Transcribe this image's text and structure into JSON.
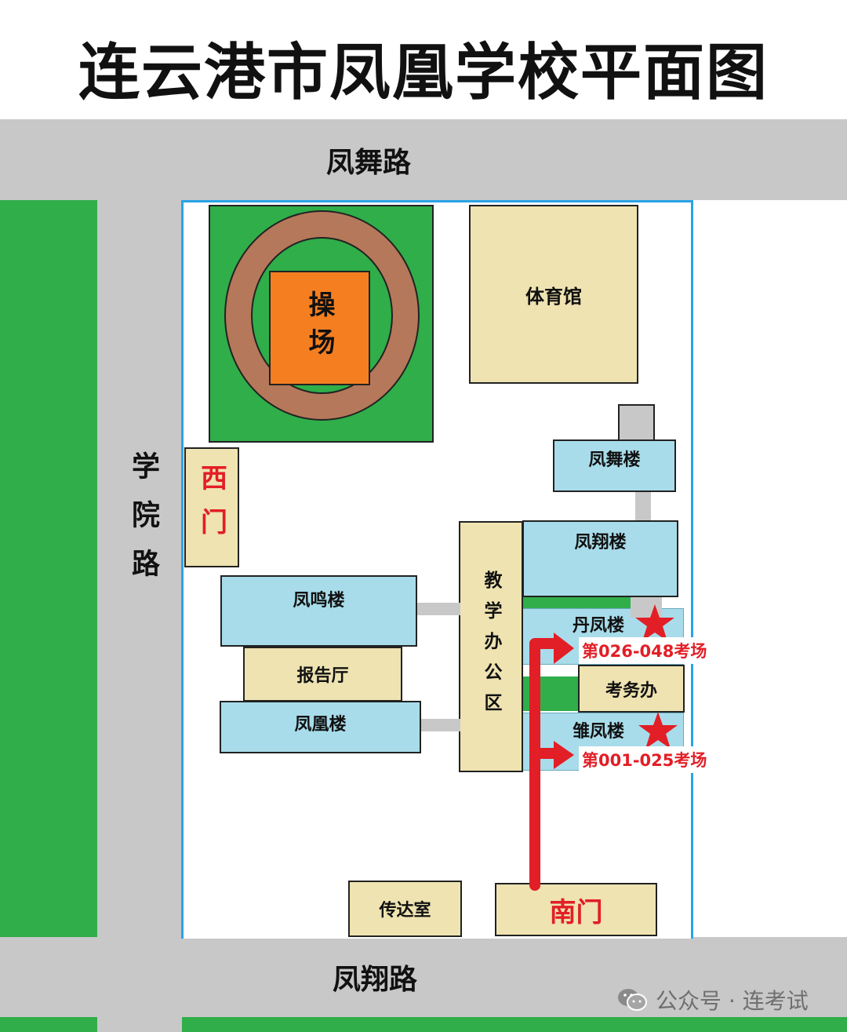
{
  "title": "连云港市凤凰学校平面图",
  "roads": {
    "north": "凤舞路",
    "west": "学院路",
    "south": "凤翔路"
  },
  "gates": {
    "west": "西门",
    "south": "南门"
  },
  "buildings": {
    "playground": "操场",
    "gym": "体育馆",
    "fengwu": "凤舞楼",
    "fengxiang": "凤翔楼",
    "fengming": "凤鸣楼",
    "hall": "报告厅",
    "fenghuang": "凤凰楼",
    "teaching_office": "教学办公区",
    "danfeng": "丹凤楼",
    "exam_office": "考务办",
    "chufeng": "雏凤楼",
    "gatehouse": "传达室"
  },
  "exam_rooms": {
    "danfeng": "第026-048考场",
    "chufeng": "第001-025考场"
  },
  "watermark": "公众号 · 连考试",
  "colors": {
    "road": "#c8c8c8",
    "green": "#2fae4a",
    "building_tan": "#eee3b1",
    "building_blue": "#a8dcea",
    "track": "#b5785a",
    "field": "#f57f20",
    "route_red": "#e21e26",
    "campus_border": "#2aa3e6"
  },
  "icons": [
    "star-marker-icon",
    "route-arrow-icon",
    "wechat-icon"
  ]
}
